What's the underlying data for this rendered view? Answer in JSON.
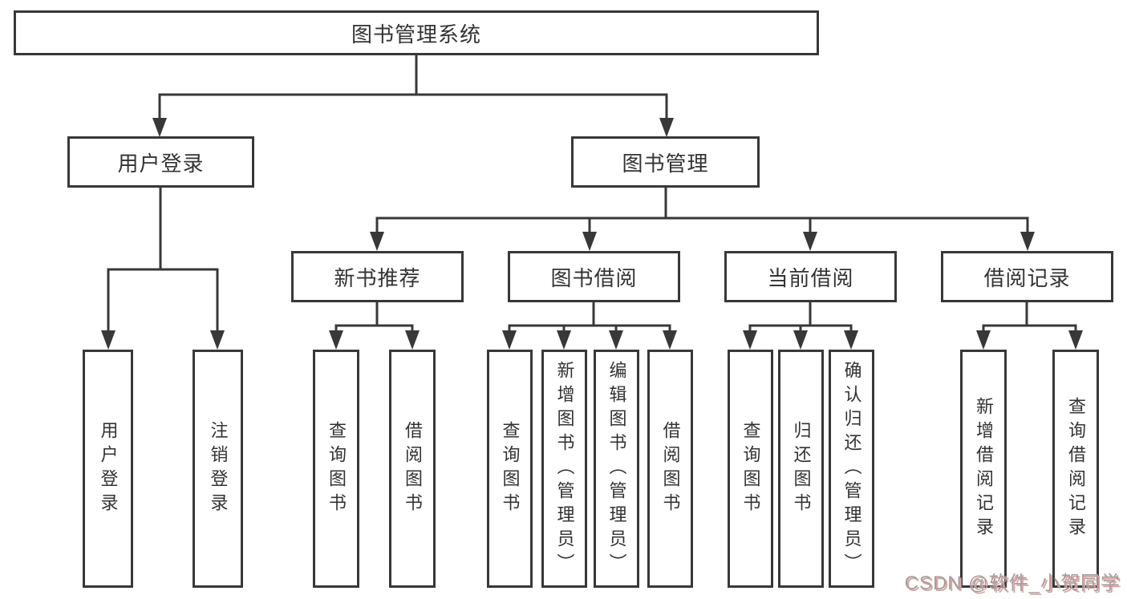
{
  "diagram": {
    "root": {
      "label": "图书管理系统"
    },
    "branches": [
      {
        "label": "用户登录",
        "children": [
          {
            "label": "用户登录"
          },
          {
            "label": "注销登录"
          }
        ]
      },
      {
        "label": "图书管理",
        "children": [
          {
            "label": "新书推荐",
            "children": [
              {
                "label": "查询图书"
              },
              {
                "label": "借阅图书"
              }
            ]
          },
          {
            "label": "图书借阅",
            "children": [
              {
                "label": "查询图书"
              },
              {
                "label": "新增图书（管理员）"
              },
              {
                "label": "编辑图书（管理员）"
              },
              {
                "label": "借阅图书"
              }
            ]
          },
          {
            "label": "当前借阅",
            "children": [
              {
                "label": "查询图书"
              },
              {
                "label": "归还图书"
              },
              {
                "label": "确认归还（管理员）"
              }
            ]
          },
          {
            "label": "借阅记录",
            "children": [
              {
                "label": "新增借阅记录"
              },
              {
                "label": "查询借阅记录"
              }
            ]
          }
        ]
      }
    ]
  },
  "watermark": {
    "text": "CSDN @软件_小贺同学"
  },
  "colors": {
    "line": "#383838",
    "text": "#333333",
    "background": "#ffffff",
    "watermark_gray": "#a0a0a0",
    "watermark_red": "#e4a0a0"
  }
}
